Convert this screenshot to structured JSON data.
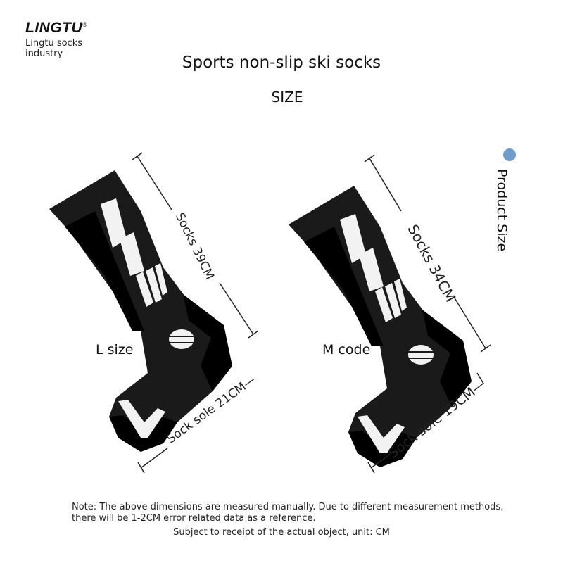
{
  "brand": {
    "logo": "LINGTU",
    "registered": "®",
    "subtitle": "Lingtu socks industry"
  },
  "title": "Sports non-slip ski socks",
  "subtitle": "SIZE",
  "side_label": {
    "text": "Product Size",
    "dot_color": "#6f9ccb"
  },
  "socks": [
    {
      "size_label": "L size",
      "length_label": "Socks 39CM",
      "sole_label": "Sock sole 21CM—",
      "accent_color": "#6b6b6b"
    },
    {
      "size_label": "M code",
      "length_label": "Socks 34CM",
      "sole_label": "Sock sole 19CM—",
      "accent_color": "#e8489a"
    }
  ],
  "note": "Note: The above dimensions are measured manually. Due to different measurement methods, there will be 1-2CM error related data as a reference.",
  "note2": "Subject to receipt of the actual object, unit: CM"
}
